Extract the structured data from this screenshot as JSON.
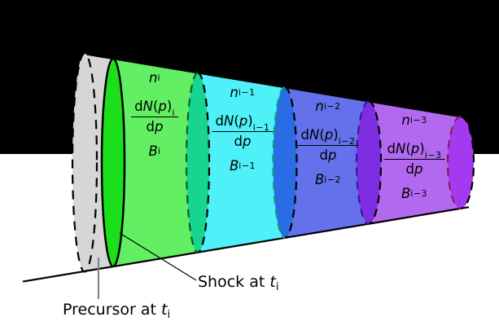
{
  "figure": {
    "description": "Tapered tube of shocked regions diagram",
    "colors": {
      "bg_top": "#000000",
      "bg_bottom": "#ffffff",
      "outline": "#000000",
      "gray_face": "#d6d6d6",
      "green_face": "#63ef63",
      "shock_fill": "#1bdf1b",
      "cyan_face": "#4df1f7",
      "teal_boundary": "#17d591",
      "teal_boundary_dark": "#0b5c28",
      "blue_face": "#6372ea",
      "blue_boundary": "#2a6ce4",
      "blue_boundary_dark": "#0c9c80",
      "purple_face": "#b269f0",
      "violet_boundary": "#7c2ee0",
      "violet_boundary_dark": "#43109e",
      "cap_fill": "#a43af0",
      "cap_stroke": "#8e1a5e",
      "pointer_gray": "#808080"
    }
  },
  "math": {
    "n": "n",
    "B": "B",
    "d": "d",
    "N": "N",
    "p": "p",
    "lparen": "(",
    "rparen": ")"
  },
  "regions": [
    {
      "id": "region-i",
      "sub": "i"
    },
    {
      "id": "region-i-1",
      "sub": "i−1"
    },
    {
      "id": "region-i-2",
      "sub": "i−2"
    },
    {
      "id": "region-i-3",
      "sub": "i−3"
    }
  ],
  "annotations": {
    "shock_label": "Shock at ",
    "shock_var": "t",
    "shock_sub": "i",
    "precursor_label": "Precursor at ",
    "precursor_var": "t",
    "precursor_sub": "i"
  }
}
